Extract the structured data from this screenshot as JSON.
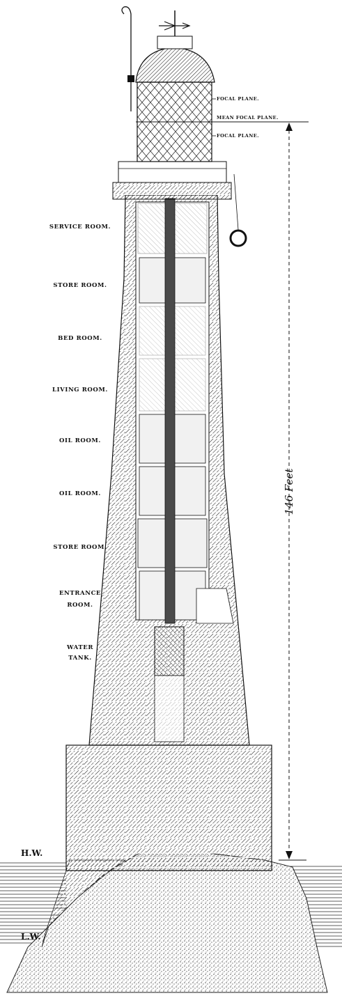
{
  "rooms": [
    {
      "label": "SERVICE ROOM."
    },
    {
      "label": "STORE ROOM."
    },
    {
      "label": "BED ROOM."
    },
    {
      "label": "LIVING ROOM."
    },
    {
      "label": "OIL ROOM."
    },
    {
      "label": "OIL ROOM."
    },
    {
      "label": "STORE ROOM."
    },
    {
      "label": "ENTRANCE",
      "label2": "ROOM."
    },
    {
      "label": "WATER",
      "label2": "TANK."
    }
  ],
  "focal_planes": {
    "upper": "FOCAL PLANE.",
    "mean": "MEAN FOCAL PLANE.",
    "lower": "FOCAL PLANE."
  },
  "height": "146 Feet",
  "tide": {
    "high": "H.W.",
    "low": "L.W."
  },
  "colors": {
    "ink": "#111111",
    "paper": "#ffffff",
    "stone": "#6b6b6b",
    "rock": "#9a9a9a"
  }
}
